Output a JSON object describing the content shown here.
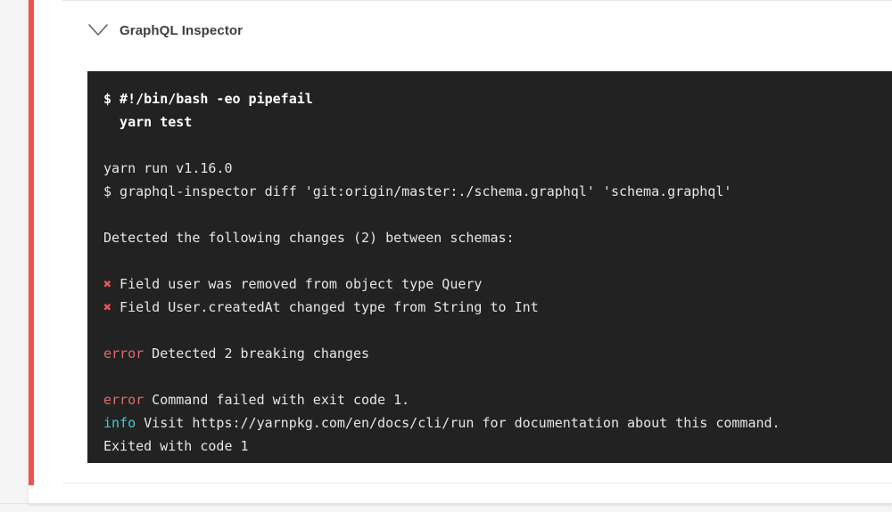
{
  "step": {
    "title": "GraphQL Inspector",
    "collapse_icon": "chevron-down-icon",
    "status_color": "#ef5350"
  },
  "terminal": {
    "background_color": "#222222",
    "text_color": "#e6e6e6",
    "error_color": "#e8666b",
    "info_color": "#4ec3d4",
    "mark_color": "#ef5350",
    "lines": [
      {
        "type": "command",
        "text": "$ #!/bin/bash -eo pipefail"
      },
      {
        "type": "command",
        "text": "  yarn test"
      },
      {
        "type": "blank",
        "text": ""
      },
      {
        "type": "plain",
        "text": "yarn run v1.16.0"
      },
      {
        "type": "plain",
        "text": "$ graphql-inspector diff 'git:origin/master:./schema.graphql' 'schema.graphql'"
      },
      {
        "type": "blank",
        "text": ""
      },
      {
        "type": "plain",
        "text": "Detected the following changes (2) between schemas:"
      },
      {
        "type": "blank",
        "text": ""
      },
      {
        "type": "mark",
        "mark": "✖",
        "text": "Field user was removed from object type Query"
      },
      {
        "type": "mark",
        "mark": "✖",
        "text": "Field User.createdAt changed type from String to Int"
      },
      {
        "type": "blank",
        "text": ""
      },
      {
        "type": "error",
        "prefix": "error",
        "text": "Detected 2 breaking changes"
      },
      {
        "type": "blank",
        "text": ""
      },
      {
        "type": "error",
        "prefix": "error",
        "text": "Command failed with exit code 1."
      },
      {
        "type": "info",
        "prefix": "info",
        "text": "Visit https://yarnpkg.com/en/docs/cli/run for documentation about this command."
      },
      {
        "type": "plain",
        "text": "Exited with code 1"
      }
    ]
  }
}
